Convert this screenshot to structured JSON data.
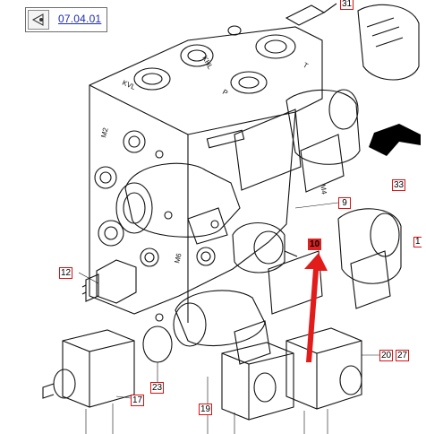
{
  "nav": {
    "back_icon": "triangle-left-icon",
    "reference": "07.04.01"
  },
  "callouts": {
    "c9": "9",
    "c10": "10",
    "c12": "12",
    "c17": "17",
    "c19": "19",
    "c20": "20",
    "c23": "23",
    "c27": "27",
    "c33": "33",
    "c1_partial": "1",
    "c31_partial": "31"
  },
  "engraved": {
    "kvl": "KVL",
    "khl": "KHL",
    "m2": "M2",
    "m4": "M4",
    "m6": "M6",
    "p": "P",
    "t": "T"
  },
  "colors": {
    "highlight_arrow": "#e21b1b",
    "callout_border": "#dd1111",
    "link": "#1f2db0"
  }
}
